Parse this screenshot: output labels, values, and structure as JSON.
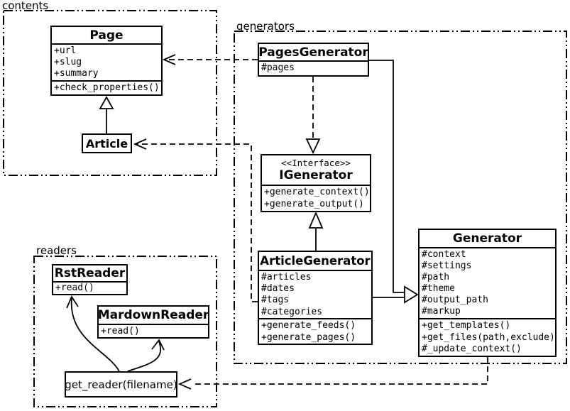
{
  "diagram": {
    "packages": {
      "contents": {
        "label": "contents"
      },
      "generators": {
        "label": "generators"
      },
      "readers": {
        "label": "readers"
      }
    },
    "classes": {
      "page": {
        "title": "Page",
        "attributes": [
          "+url",
          "+slug",
          "+summary"
        ],
        "methods": [
          "+check_properties()"
        ]
      },
      "article": {
        "title": "Article"
      },
      "pages_generator": {
        "title": "PagesGenerator",
        "attributes": [
          "#pages"
        ]
      },
      "igenerator": {
        "stereotype": "<<Interface>>",
        "title": "IGenerator",
        "methods": [
          "+generate_context()",
          "+generate_output()"
        ]
      },
      "article_generator": {
        "title": "ArticleGenerator",
        "attributes": [
          "#articles",
          "#dates",
          "#tags",
          "#categories"
        ],
        "methods": [
          "+generate_feeds()",
          "+generate_pages()"
        ]
      },
      "generator": {
        "title": "Generator",
        "attributes": [
          "#context",
          "#settings",
          "#path",
          "#theme",
          "#output_path",
          "#markup"
        ],
        "methods": [
          "+get_templates()",
          "+get_files(path,exclude)",
          "#_update_context()"
        ]
      },
      "rst_reader": {
        "title": "RstReader",
        "methods": [
          "+read()"
        ]
      },
      "mardown_reader": {
        "title": "MardownReader",
        "methods": [
          "+read()"
        ]
      },
      "get_reader": {
        "title": "get_reader(filename)"
      }
    },
    "colors": {
      "line": "#000000",
      "background": "#ffffff"
    }
  }
}
